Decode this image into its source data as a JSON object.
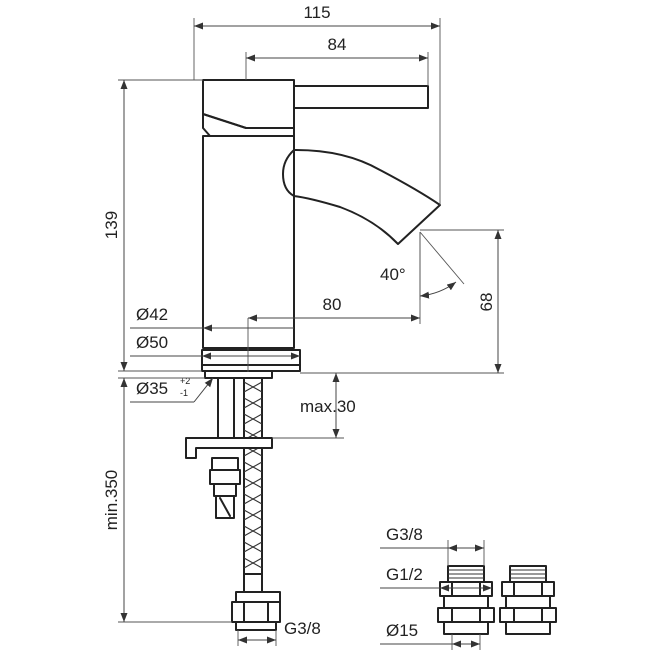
{
  "dimensions": {
    "overall_width": "115",
    "lever_length": "84",
    "height": "139",
    "spout_reach": "80",
    "spout_height": "68",
    "spout_angle": "40°",
    "dia_body": "Ø42",
    "dia_base": "Ø50",
    "dia_hole": "Ø35",
    "dia_hole_tol_plus": "+2",
    "dia_hole_tol_minus": "-1",
    "max_deck": "max.30",
    "hose_length": "min.350",
    "thread_hose": "G3/8",
    "thread_in": "G3/8",
    "thread_out": "G1/2",
    "dia_pipe": "Ø15"
  }
}
